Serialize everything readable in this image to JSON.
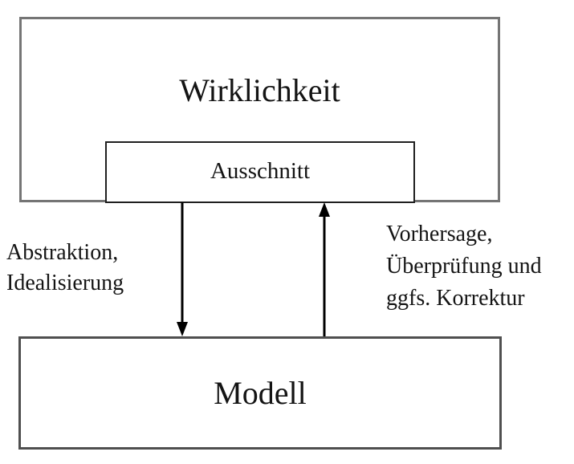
{
  "diagram": {
    "title_box": {
      "label": "Wirklichkeit"
    },
    "subset_box": {
      "label": "Ausschnitt"
    },
    "model_box": {
      "label": "Modell"
    },
    "left_arrow": {
      "direction": "down",
      "from": "Ausschnitt",
      "to": "Modell",
      "label_line1": "Abstraktion,",
      "label_line2": "Idealisierung"
    },
    "right_arrow": {
      "direction": "up",
      "from": "Modell",
      "to": "Ausschnitt",
      "label_line1": "Vorhersage,",
      "label_line2": "Überprüfung und",
      "label_line3": "ggfs. Korrektur"
    },
    "colors": {
      "background": "#ffffff",
      "outer_border": "#757575",
      "subset_border": "#1f1f1f",
      "model_border": "#4f4f4f",
      "arrow": "#000000",
      "text": "#141414"
    }
  }
}
